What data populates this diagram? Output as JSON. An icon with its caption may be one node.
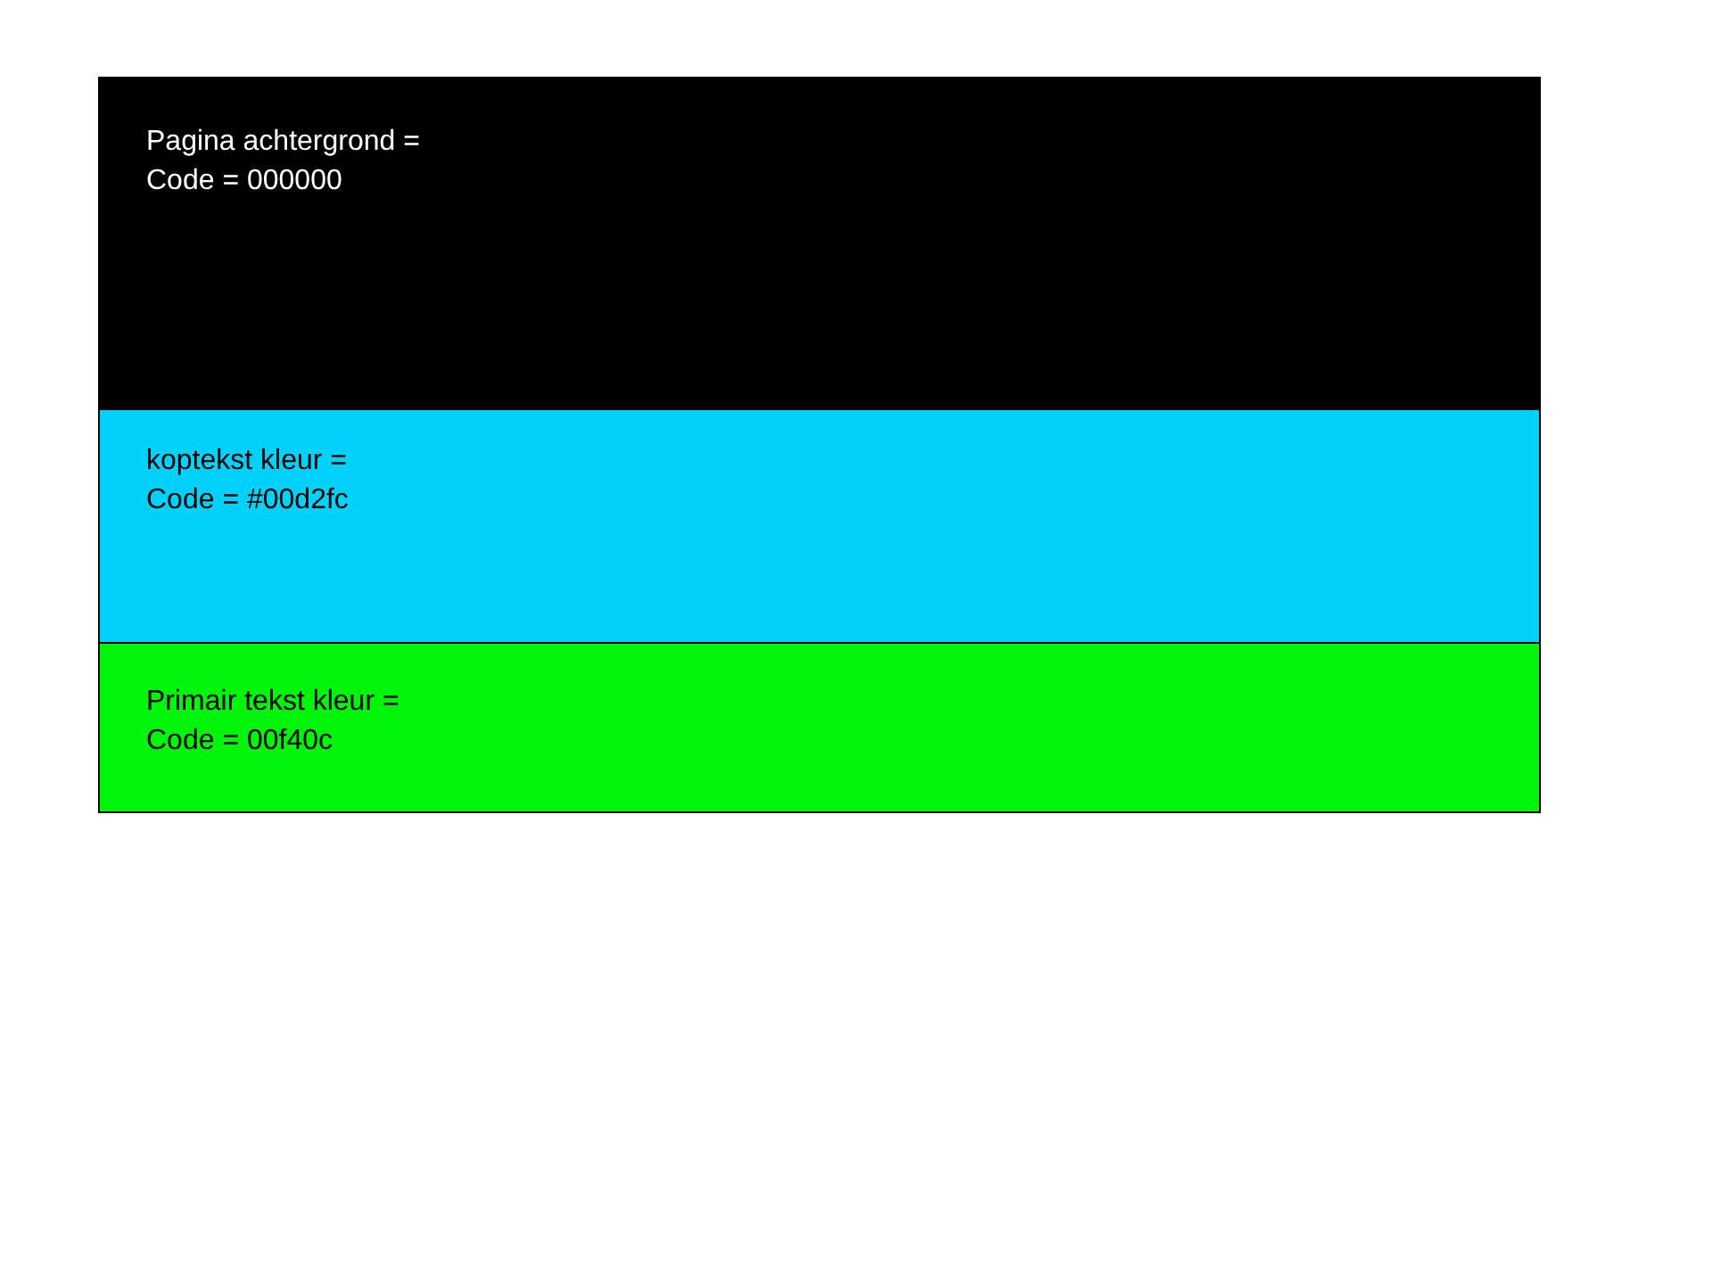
{
  "diagram": {
    "nodes": [
      {
        "text": [
          "Pagina achtergrond =",
          "Code = 000000"
        ]
      },
      {
        "text": [
          "koptekst kleur =",
          "Code = #00d2fc"
        ]
      },
      {
        "text": [
          "Primair tekst kleur =",
          "Code = 00f40c"
        ]
      }
    ]
  }
}
